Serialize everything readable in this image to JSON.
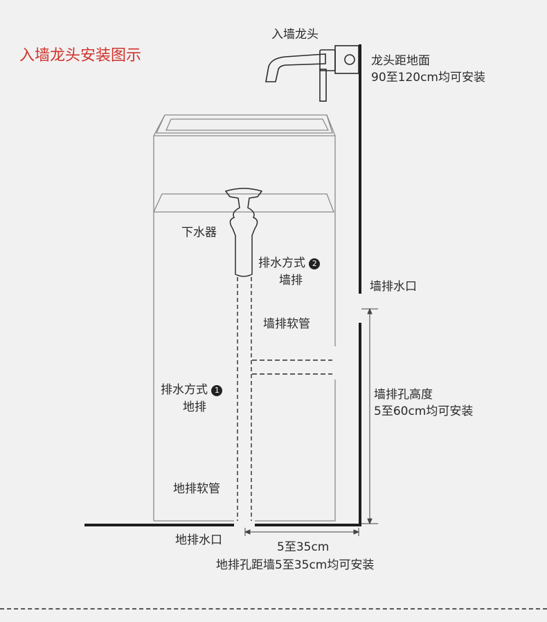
{
  "title": "入墙龙头安装图示",
  "colors": {
    "title": "#d0332c",
    "line": "#1e1e1e",
    "sketch": "#8a8a8a",
    "text": "#2a2a2a"
  },
  "labels": {
    "faucet": "入墙龙头",
    "faucet_height_1": "龙头距地面",
    "faucet_height_2": "90至120cm均可安装",
    "drain_fitting": "下水器",
    "method2_1": "排水方式",
    "method2_badge": "2",
    "method2_2": "墙排",
    "wall_hose": "墙排软管",
    "wall_outlet": "墙排水口",
    "method1_1": "排水方式",
    "method1_badge": "1",
    "method1_2": "地排",
    "wall_hole_1": "墙排孔高度",
    "wall_hole_2": "5至60cm均可安装",
    "floor_hose": "地排软管",
    "floor_outlet": "地排水口",
    "floor_dist": "5至35cm",
    "floor_note": "地排孔距墙5至35cm均可安装"
  }
}
